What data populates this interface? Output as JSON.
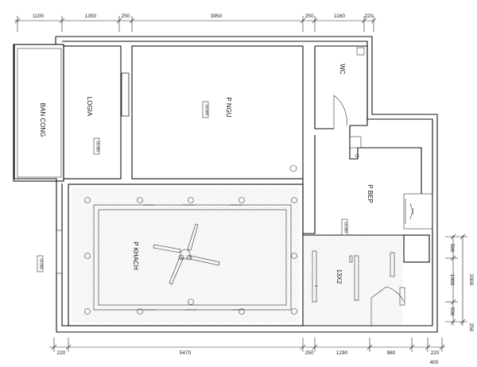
{
  "dimensions": {
    "top": [
      "1100",
      "1350",
      "250",
      "3950",
      "250",
      "1160",
      "220"
    ],
    "bottom": [
      "220",
      "5470",
      "250",
      "1290",
      "980",
      "220"
    ],
    "bottom_extra": "400",
    "right_inner": [
      "500",
      "1000",
      "500"
    ],
    "right_outer": "2000",
    "right_small": "250"
  },
  "rooms": {
    "ban_cong": "BAN CONG",
    "logia": "LOGIA",
    "p_ngu": "P NGU",
    "wc": "WC",
    "p_bep": "P BEP",
    "p_khach": "P KHACH",
    "stair": "13X2"
  },
  "levels": {
    "logia": "±0.000",
    "p_ngu": "±0.000",
    "p_bep": "±0.000",
    "left": "±0.000"
  },
  "colors": {
    "line": "#111111",
    "hatch": "#bdbdbd",
    "background": "#ffffff"
  }
}
